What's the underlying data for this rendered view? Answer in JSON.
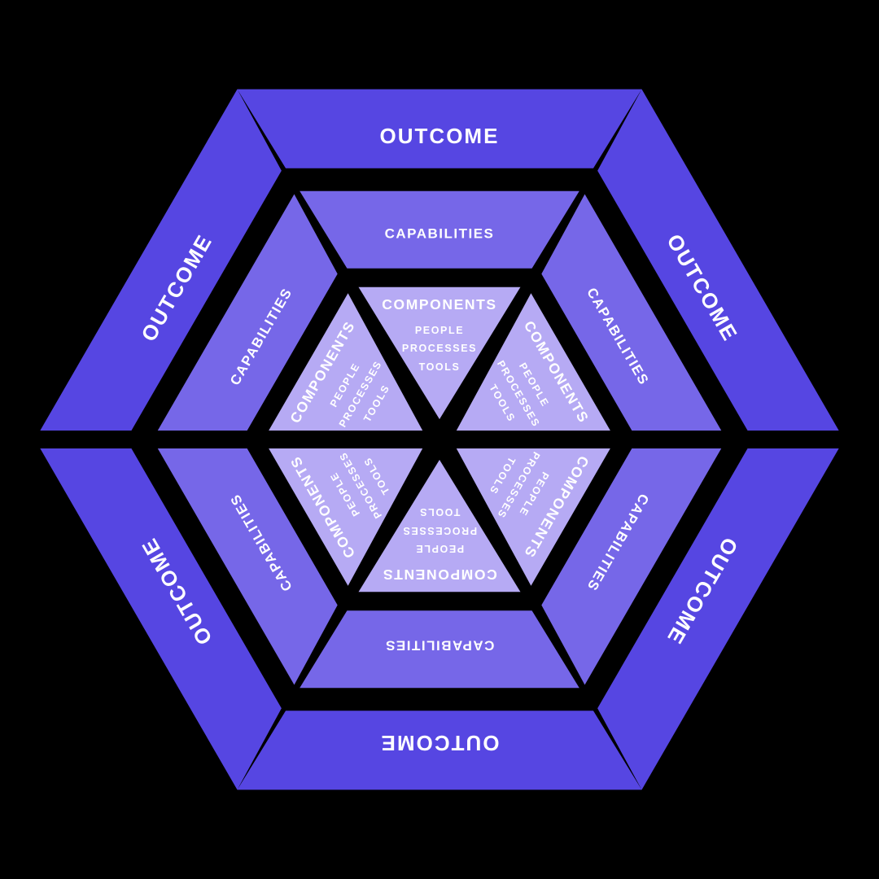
{
  "diagram": {
    "background_color": "#000000",
    "text_color": "#ffffff",
    "sector_count": 6,
    "rings": [
      {
        "id": "outer",
        "label": "OUTCOME",
        "color": "#5646e2"
      },
      {
        "id": "middle",
        "label": "CAPABILITIES",
        "color": "#7667e8"
      },
      {
        "id": "inner",
        "label": "COMPONENTS",
        "color": "#b6aaf4",
        "items": [
          "PEOPLE",
          "PROCESSES",
          "TOOLS"
        ]
      }
    ]
  }
}
